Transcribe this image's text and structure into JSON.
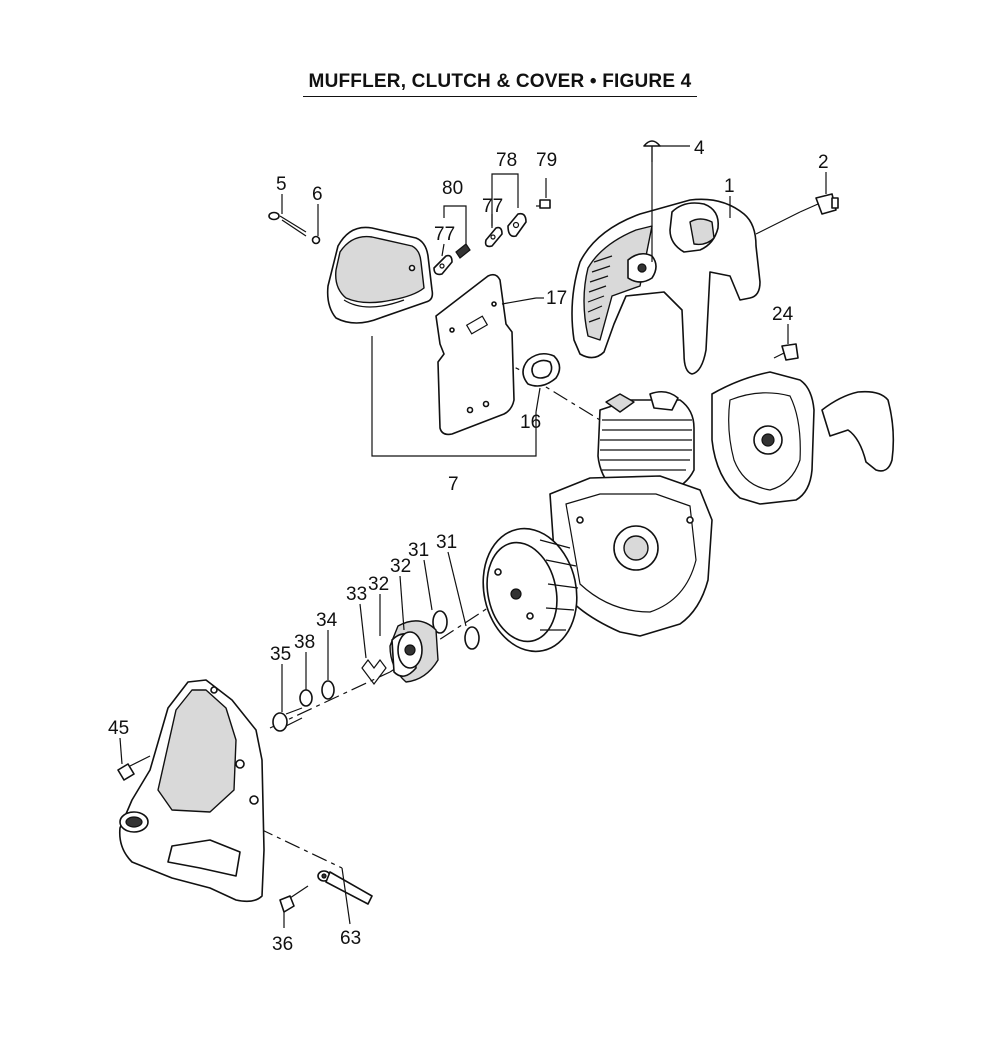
{
  "title": "MUFFLER, CLUTCH & COVER • FIGURE 4",
  "callouts": [
    "1",
    "2",
    "4",
    "5",
    "6",
    "7",
    "16",
    "17",
    "24",
    "31",
    "31",
    "32",
    "32",
    "33",
    "34",
    "35",
    "36",
    "38",
    "45",
    "63",
    "77",
    "77",
    "78",
    "79",
    "80"
  ]
}
